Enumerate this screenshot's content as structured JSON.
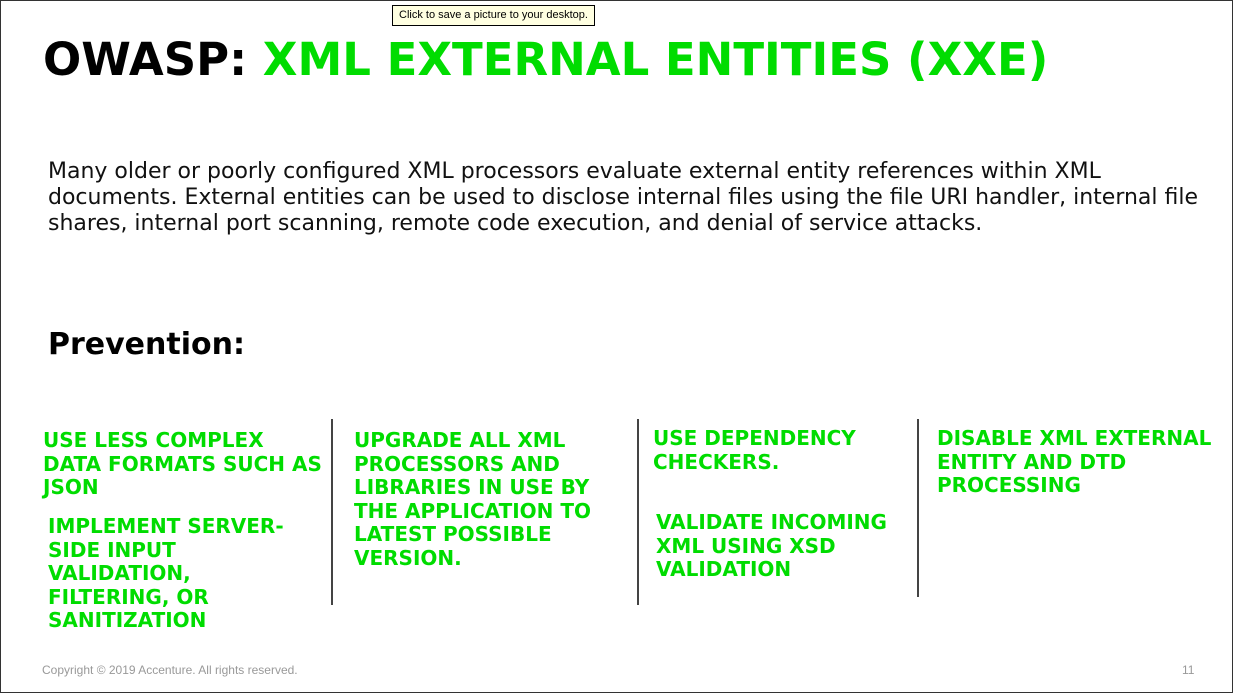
{
  "tooltip": "Click to save a picture to your desktop.",
  "title": {
    "prefix": "OWASP:",
    "highlight": "XML EXTERNAL ENTITIES (XXE)"
  },
  "body": "Many older or poorly configured XML processors evaluate external entity references within XML documents. External entities can be used to disclose internal files using the file URI handler, internal file shares, internal port scanning, remote code execution, and denial of service attacks.",
  "prevention_heading": "Prevention:",
  "prevention": {
    "col1_a": "USE LESS COMPLEX DATA FORMATS SUCH AS JSON",
    "col1_b": "IMPLEMENT SERVER-SIDE INPUT VALIDATION, FILTERING, OR SANITIZATION",
    "col2": "UPGRADE ALL XML PROCESSORS AND LIBRARIES IN USE BY THE APPLICATION TO LATEST POSSIBLE VERSION.",
    "col3_a": "USE DEPENDENCY CHECKERS.",
    "col3_b": "VALIDATE INCOMING XML USING XSD VALIDATION",
    "col4": "DISABLE XML EXTERNAL ENTITY AND DTD PROCESSING"
  },
  "footer": {
    "copyright": "Copyright © 2019 Accenture. All rights reserved.",
    "page": "11"
  },
  "colors": {
    "accent": "#00dc00",
    "text": "#000000",
    "footer": "#999999"
  }
}
